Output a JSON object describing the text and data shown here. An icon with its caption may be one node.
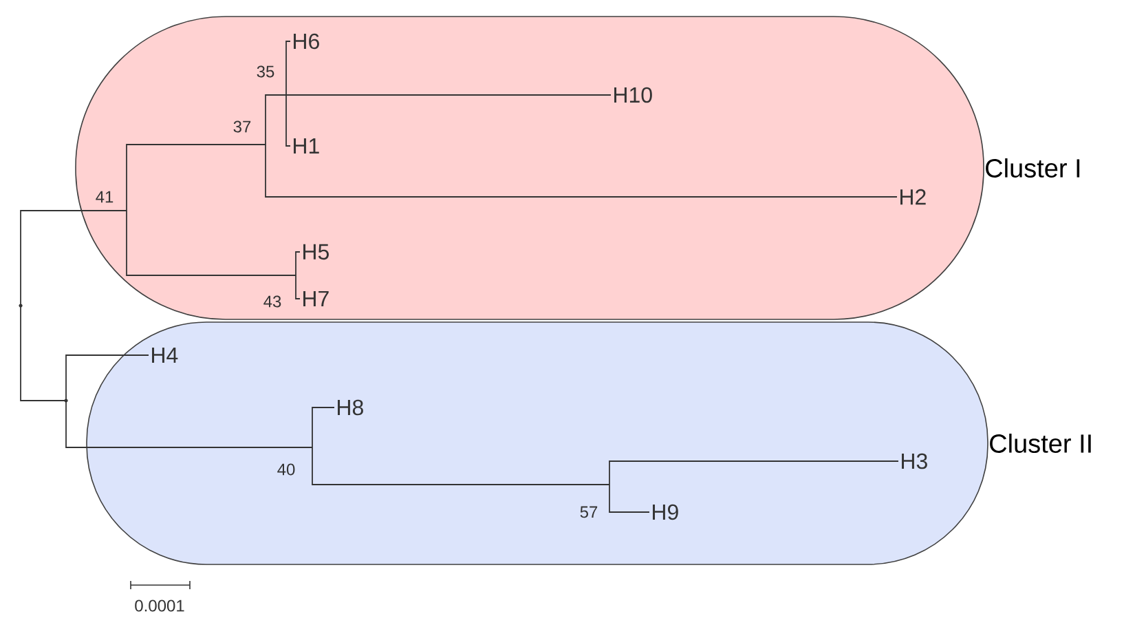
{
  "diagram": {
    "nodes": [
      {
        "text": [
          "Cluster I"
        ]
      },
      {
        "text": [
          "Cluster II"
        ]
      },
      {
        "text": [],
        "shape": "dot"
      },
      {
        "text": [
          "41"
        ],
        "in": 0
      },
      {
        "text": [
          "37"
        ],
        "in": 0
      },
      {
        "text": [
          "35"
        ],
        "in": 0
      },
      {
        "text": [
          "H6"
        ],
        "in": 0
      },
      {
        "text": [
          "H10"
        ],
        "in": 0
      },
      {
        "text": [
          "H1"
        ],
        "in": 0
      },
      {
        "text": [
          "H2"
        ],
        "in": 0
      },
      {
        "text": [
          "43"
        ],
        "in": 0
      },
      {
        "text": [
          "H5"
        ],
        "in": 0
      },
      {
        "text": [
          "H7"
        ],
        "in": 0
      },
      {
        "text": [],
        "shape": "dot"
      },
      {
        "text": [
          "H4"
        ],
        "in": 1
      },
      {
        "text": [
          "40"
        ],
        "in": 1
      },
      {
        "text": [
          "H8"
        ],
        "in": 1
      },
      {
        "text": [
          "57"
        ],
        "in": 1
      },
      {
        "text": [
          "H3"
        ],
        "in": 1
      },
      {
        "text": [
          "H9"
        ],
        "in": 1
      }
    ],
    "edges": [
      {
        "from": 2,
        "to": 3,
        "arrow": "none"
      },
      {
        "from": 2,
        "to": 13,
        "arrow": "none"
      },
      {
        "from": 3,
        "to": 4,
        "arrow": "none"
      },
      {
        "from": 3,
        "to": 10,
        "arrow": "none"
      },
      {
        "from": 4,
        "to": 5,
        "arrow": "none"
      },
      {
        "from": 4,
        "to": 9,
        "arrow": "none"
      },
      {
        "from": 5,
        "to": 6,
        "arrow": "none"
      },
      {
        "from": 5,
        "to": 7,
        "arrow": "none"
      },
      {
        "from": 5,
        "to": 8,
        "arrow": "none"
      },
      {
        "from": 10,
        "to": 11,
        "arrow": "none"
      },
      {
        "from": 10,
        "to": 12,
        "arrow": "none"
      },
      {
        "from": 13,
        "to": 14,
        "arrow": "none"
      },
      {
        "from": 13,
        "to": 15,
        "arrow": "none"
      },
      {
        "from": 15,
        "to": 16,
        "arrow": "none"
      },
      {
        "from": 15,
        "to": 17,
        "arrow": "none"
      },
      {
        "from": 17,
        "to": 18,
        "arrow": "none"
      },
      {
        "from": 17,
        "to": 19,
        "arrow": "none"
      }
    ],
    "labels": [
      "0.0001"
    ]
  }
}
